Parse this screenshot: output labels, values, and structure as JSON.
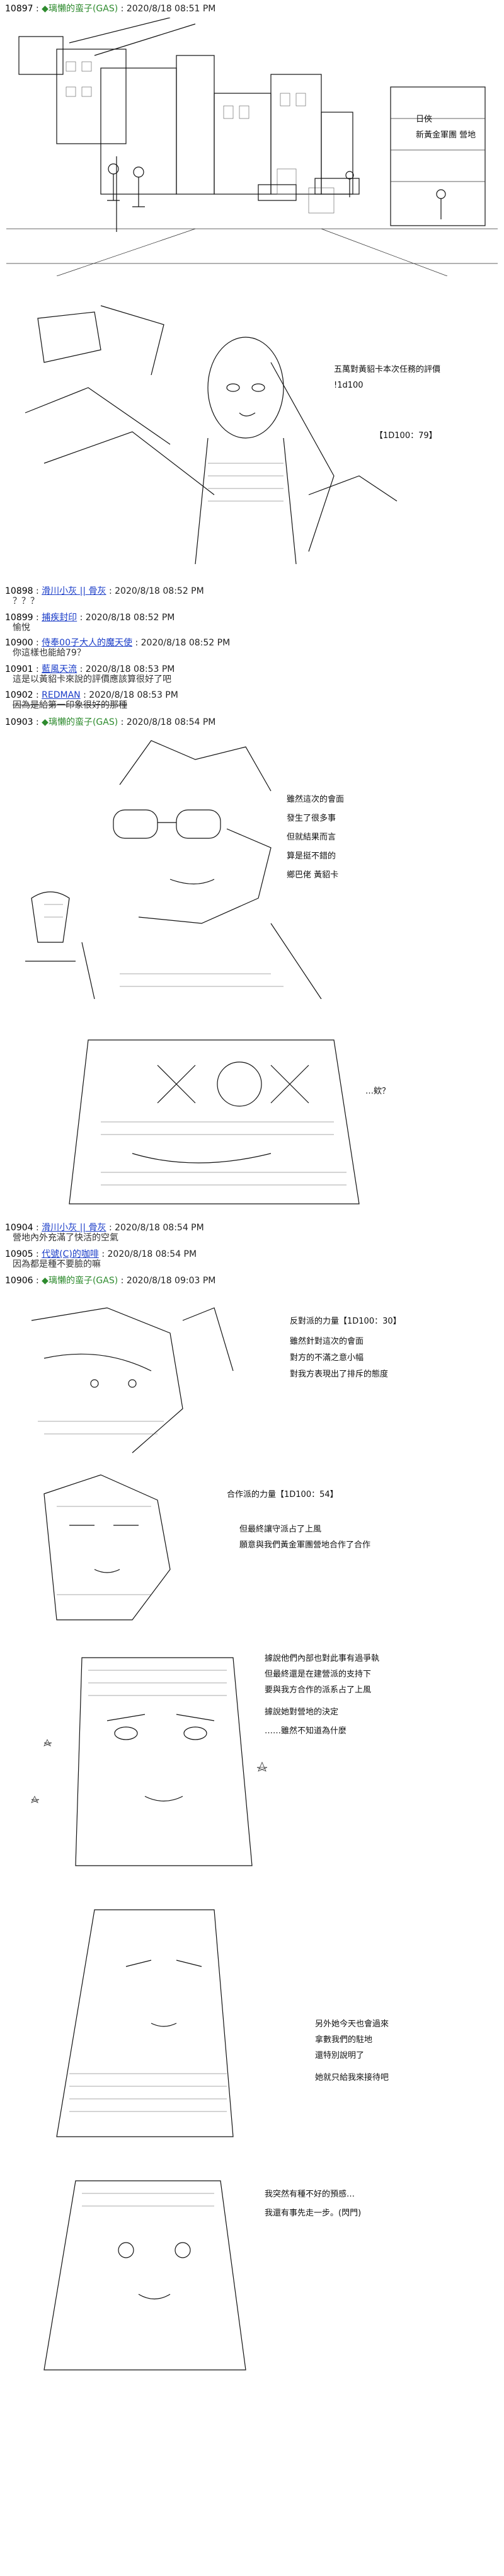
{
  "posts": [
    {
      "num": "10897",
      "name": "◆璃懶的蛮子(GAS)",
      "date": "2020/8/18 08:51 PM",
      "body": ""
    },
    {
      "num": "10898",
      "name": "滑川小灰 || 骨灰",
      "date": "2020/8/18 08:52 PM",
      "body": "？？？"
    },
    {
      "num": "10899",
      "name": "捕疾封印",
      "date": "2020/8/18 08:52 PM",
      "body": "愉悅"
    },
    {
      "num": "10900",
      "name": "侍奉00子大人的魔天使",
      "date": "2020/8/18 08:52 PM",
      "body": "你這樣也能給79？"
    },
    {
      "num": "10901",
      "name": "藍風天流",
      "date": "2020/8/18 08:53 PM",
      "body": "這是以黃貂卡來說的評價應該算很好了吧"
    },
    {
      "num": "10902",
      "name": "REDMAN",
      "date": "2020/8/18 08:53 PM",
      "body": "因為是給第一印象很好的那種"
    },
    {
      "num": "10903",
      "name": "◆璃懶的蛮子(GAS)",
      "date": "2020/8/18 08:54 PM",
      "body": ""
    },
    {
      "num": "10904",
      "name": "滑川小灰 || 骨灰",
      "date": "2020/8/18 08:54 PM",
      "body": "營地內外充滿了快活的空氣"
    },
    {
      "num": "10905",
      "name": "代號(C)的咖啡",
      "date": "2020/8/18 08:54 PM",
      "body": "因為都是種不要臉的嘛"
    },
    {
      "num": "10906",
      "name": "◆璃懶的蛮子(GAS)",
      "date": "2020/8/18 09:03 PM",
      "body": ""
    }
  ],
  "captions": {
    "p1": [
      "日俠",
      "新黃金軍團 營地"
    ],
    "p2": [
      "五萬對黃貂卡本次任務的評價",
      "!1d100",
      "【1D100：79】"
    ],
    "p3": [
      "雖然這次的會面",
      "發生了很多事",
      "但就結果而言",
      "算是挺不錯的",
      "鄉巴佬 黃貂卡"
    ],
    "p4": [
      "…欸？"
    ],
    "p5": [
      "反對派的力量【1D100：30】",
      "雖然針對這次的會面",
      "對方的不滿之意小幅",
      "對我方表現出了排斥的態度"
    ],
    "p6": [
      "合作派的力量【1D100：54】",
      "但最終讓守派占了上風",
      "願意與我們黃金軍團營地合作了合作"
    ],
    "p7": [
      "據說他們內部也對此事有過爭執",
      "但最終還是在建營派的支持下",
      "要與我方合作的派系占了上風",
      "據說她對營地的決定",
      "……雖然不知道為什麼"
    ],
    "p8": [
      "另外她今天也會過來",
      "拿數我們的駐地",
      "還特別說明了",
      "她就只給我來接待吧"
    ],
    "p9": [
      "我突然有種不好的預感…",
      "我還有事先走一步。(閃門)"
    ]
  },
  "icons": {
    "blank": "blank-icon"
  }
}
